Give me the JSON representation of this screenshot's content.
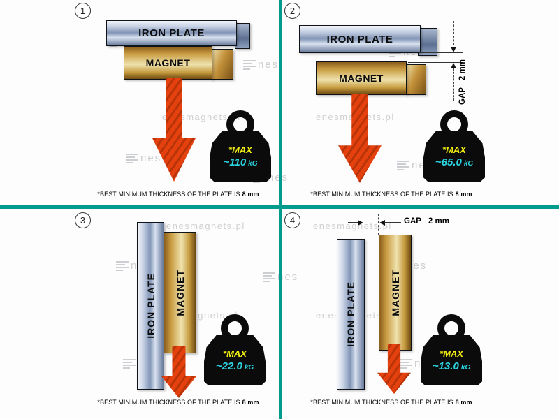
{
  "watermark": {
    "url_text": "enesmagnets.pl",
    "brand_suffix": "nes"
  },
  "caption": {
    "prefix": "*BEST MINIMUM THICKNESS OF THE PLATE IS",
    "bold": "8 mm"
  },
  "gap_label": {
    "word": "GAP",
    "value": "2 mm"
  },
  "labels": {
    "iron_plate": "IRON PLATE",
    "magnet": "MAGNET",
    "max": "*MAX"
  },
  "panels": [
    {
      "number": "1",
      "max_value": "~110",
      "unit": "kG"
    },
    {
      "number": "2",
      "max_value": "~65.0",
      "unit": "kG"
    },
    {
      "number": "3",
      "max_value": "~22.0",
      "unit": "kG"
    },
    {
      "number": "4",
      "max_value": "~13.0",
      "unit": "kG"
    }
  ],
  "colors": {
    "divider": "#009B8F",
    "arrow_red": "#E5410F",
    "max_yellow": "#F2EE12",
    "value_cyan": "#2BD5E0",
    "weight_black": "#0B0B0B"
  }
}
